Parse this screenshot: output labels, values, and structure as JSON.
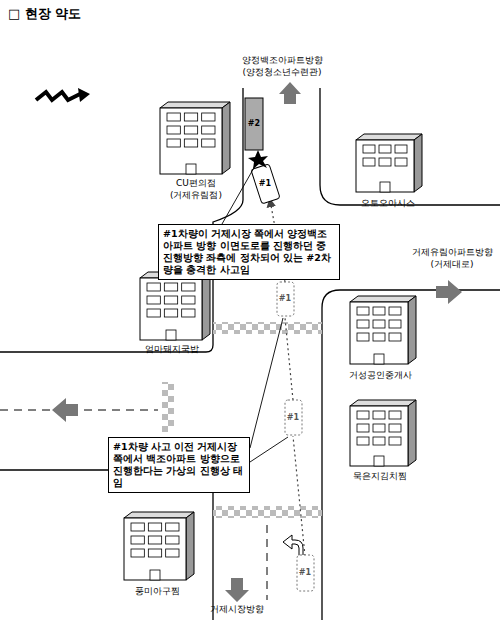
{
  "diagram": {
    "title": "□ 현장 약도",
    "nodes": [
      {
        "text": [
          "#1차량이 거제시장 쪽에서 양정백조아파트 방향 이면도로를 진행하던 중 진행방향 좌측에 정차되어 있는 #2차량을 충격한 사고임"
        ]
      },
      {
        "text": [
          "#1차량 사고 이전 거제시장 쪽에서 백조아파트 방향으로 진행한다는 가상의 진행상 태임"
        ]
      }
    ],
    "labels": [
      "양정백조아파트방향",
      "(양정청소년수련관)",
      "CU편의점",
      "(거제유림점)",
      "#2",
      "#1",
      "오토오아시스",
      "거제유림아파트방향",
      "(거제대로)",
      "#1",
      "엄마돼지국밥",
      "거성공인중개사",
      "#1",
      "묵은지김치찜",
      "풍미아구찜",
      "#1",
      "거제시장방향"
    ]
  }
}
